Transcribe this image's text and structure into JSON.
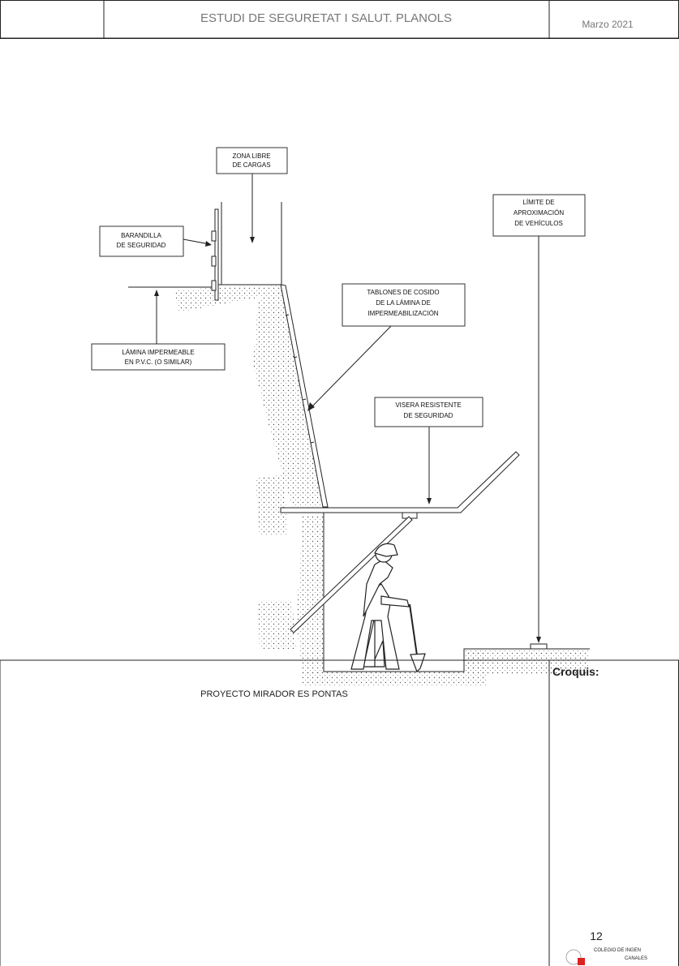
{
  "header": {
    "title": "ESTUDI DE SEGURETAT I SALUT. PLANOLS",
    "date": "Marzo 2021"
  },
  "labels": {
    "zona": [
      "ZONA LIBRE",
      "DE CARGAS"
    ],
    "barandilla": [
      "BARANDILLA",
      "DE SEGURIDAD"
    ],
    "lamina": [
      "LÁMINA IMPERMEABLE",
      "EN P.V.C. (O SIMILAR)"
    ],
    "tablones": [
      "TABLONES DE COSIDO",
      "DE LA LÁMINA DE",
      "IMPERMEABILIZACIÓN"
    ],
    "visera": [
      "VISERA RESISTENTE",
      "DE SEGURIDAD"
    ],
    "limite": [
      "LÍMITE DE",
      "APROXIMACIÓN",
      "DE VEHÍCULOS"
    ]
  },
  "footer": {
    "project": "PROYECTO MIRADOR ES PONTAS",
    "croquis_label": "Croquis:",
    "page_number": "12",
    "logo_text": [
      "COLEGIO DE INGEN",
      "CANALES"
    ]
  }
}
